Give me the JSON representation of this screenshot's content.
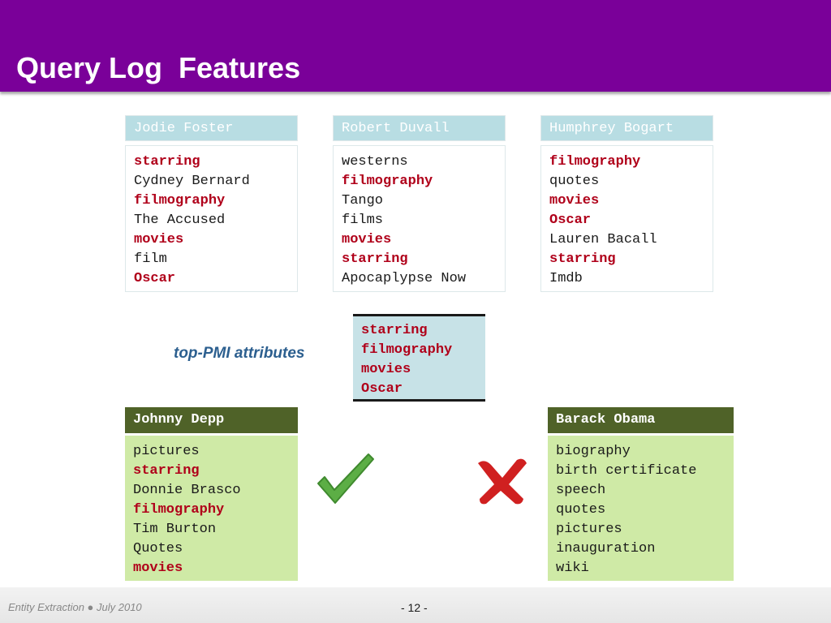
{
  "slide": {
    "title": "Query Log  Features"
  },
  "top_cards": [
    {
      "name": "Jodie Foster",
      "items": [
        {
          "text": "starring",
          "highlight": true
        },
        {
          "text": "Cydney Bernard",
          "highlight": false
        },
        {
          "text": "filmography",
          "highlight": true
        },
        {
          "text": "The Accused",
          "highlight": false
        },
        {
          "text": "movies",
          "highlight": true
        },
        {
          "text": "film",
          "highlight": false
        },
        {
          "text": "Oscar",
          "highlight": true
        }
      ]
    },
    {
      "name": "Robert Duvall",
      "items": [
        {
          "text": "westerns",
          "highlight": false
        },
        {
          "text": "filmography",
          "highlight": true
        },
        {
          "text": "Tango",
          "highlight": false
        },
        {
          "text": "films",
          "highlight": false
        },
        {
          "text": "movies",
          "highlight": true
        },
        {
          "text": "starring",
          "highlight": true
        },
        {
          "text": "Apocaplypse Now",
          "highlight": false
        }
      ]
    },
    {
      "name": "Humphrey Bogart",
      "items": [
        {
          "text": "filmography",
          "highlight": true
        },
        {
          "text": "quotes",
          "highlight": false
        },
        {
          "text": "movies",
          "highlight": true
        },
        {
          "text": "Oscar",
          "highlight": true
        },
        {
          "text": "Lauren Bacall",
          "highlight": false
        },
        {
          "text": "starring",
          "highlight": true
        },
        {
          "text": "Imdb",
          "highlight": false
        }
      ]
    }
  ],
  "pmi": {
    "label": "top-PMI attributes",
    "items": [
      "starring",
      "filmography",
      "movies",
      "Oscar"
    ]
  },
  "bottom_cards": [
    {
      "name": "Johnny Depp",
      "result": "check",
      "items": [
        {
          "text": "pictures",
          "highlight": false
        },
        {
          "text": "starring",
          "highlight": true
        },
        {
          "text": "Donnie Brasco",
          "highlight": false
        },
        {
          "text": "filmography",
          "highlight": true
        },
        {
          "text": "Tim Burton",
          "highlight": false
        },
        {
          "text": "Quotes",
          "highlight": false
        },
        {
          "text": "movies",
          "highlight": true
        }
      ]
    },
    {
      "name": "Barack Obama",
      "result": "cross",
      "items": [
        {
          "text": "biography",
          "highlight": false
        },
        {
          "text": "birth certificate",
          "highlight": false
        },
        {
          "text": "speech",
          "highlight": false
        },
        {
          "text": "quotes",
          "highlight": false
        },
        {
          "text": "pictures",
          "highlight": false
        },
        {
          "text": "inauguration",
          "highlight": false
        },
        {
          "text": "wiki",
          "highlight": false
        }
      ]
    }
  ],
  "footer": {
    "left": "Entity Extraction ● July 2010",
    "page": "- 12 -"
  },
  "icons": {
    "check": "check-mark-icon",
    "cross": "cross-mark-icon"
  },
  "colors": {
    "header": "#7a0099",
    "highlight": "#b0001a",
    "blue_head": "#b8dde3",
    "green_head": "#4f6228",
    "green_body": "#cfeaa6",
    "pmi_label": "#2c5f8f",
    "check": "#5cae45",
    "cross": "#d02020"
  }
}
